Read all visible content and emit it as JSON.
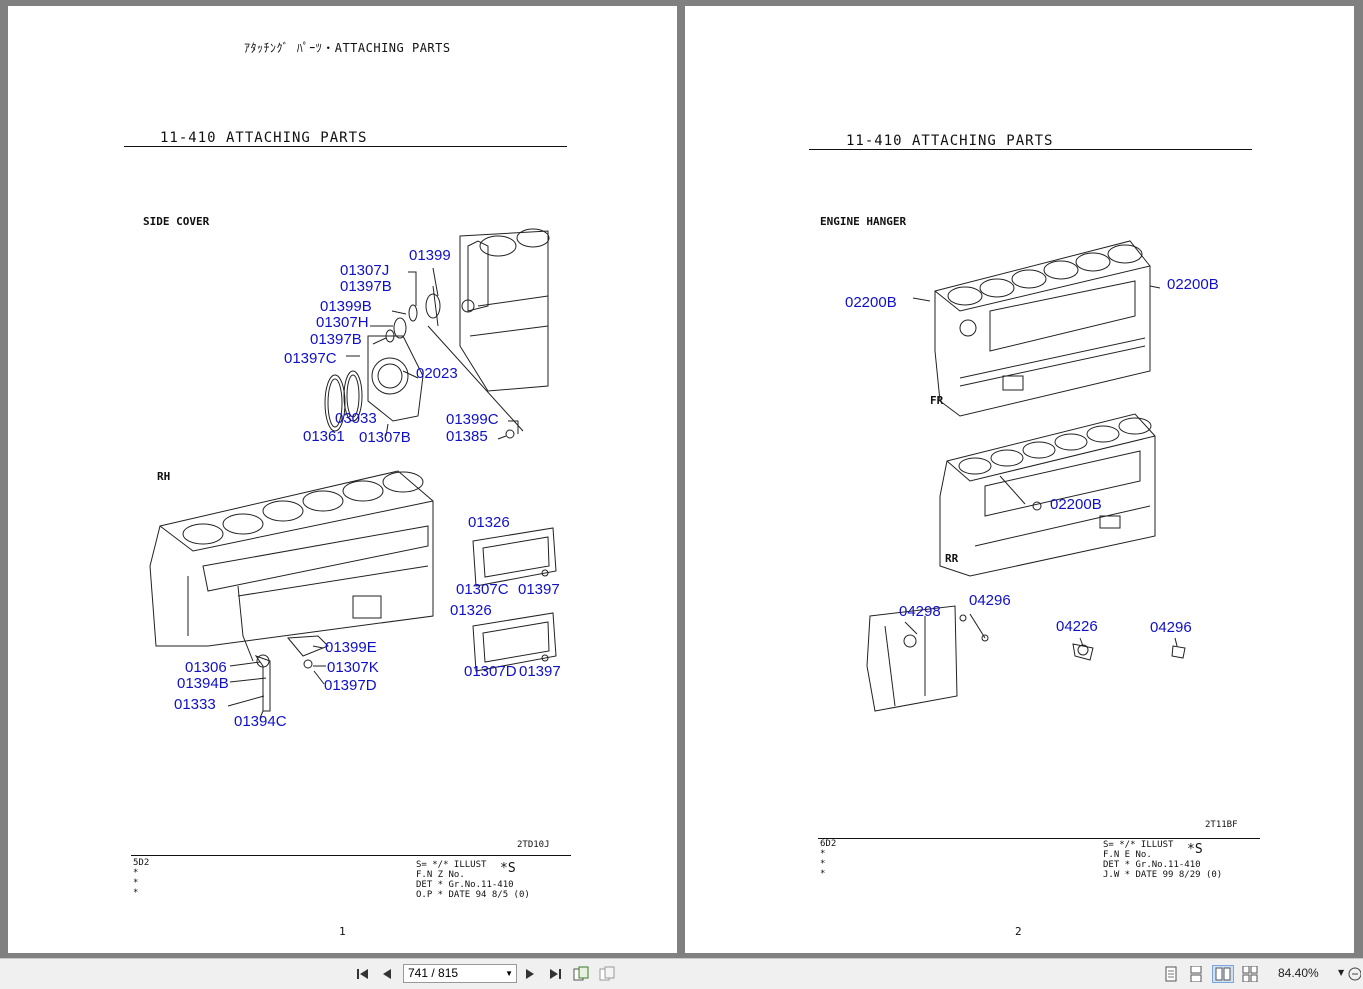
{
  "left_page": {
    "top_header": "ｱﾀｯﾁﾝｸﾞ ﾊﾟｰﾂ・ATTACHING PARTS",
    "section_title": "11-410  ATTACHING PARTS",
    "sub_title": "SIDE COVER",
    "view_label_rh": "RH",
    "callouts": [
      "01399",
      "01307J",
      "01397B",
      "01399B",
      "01307H",
      "01397B",
      "01397C",
      "02023",
      "03033",
      "01361",
      "01307B",
      "01399C",
      "01385",
      "01326",
      "01307C",
      "01397",
      "01326",
      "01307D",
      "01397",
      "01399E",
      "01307K",
      "01397D",
      "01306",
      "01394B",
      "01333",
      "01394C"
    ],
    "drawing_code": "2TD10J",
    "footer_left": [
      "5D2",
      "*",
      "*",
      "*"
    ],
    "footer_block": [
      "S= */*  ILLUST",
      "F.N Z       No.",
      "DET *    Gr.No.11-410",
      "O.P *     DATE  94 8/5    (0)"
    ],
    "footer_star_s": "*S",
    "page_number": "1"
  },
  "right_page": {
    "section_title": "11-410  ATTACHING PARTS",
    "sub_title": "ENGINE HANGER",
    "view_label_fr": "FR",
    "view_label_rr": "RR",
    "callouts": [
      "02200B",
      "02200B",
      "02200B",
      "04298",
      "04296",
      "04226",
      "04296"
    ],
    "drawing_code": "2T11BF",
    "footer_left": [
      "6D2",
      "*",
      "*",
      "*"
    ],
    "footer_block": [
      "S= */*  ILLUST",
      "F.N E       No.",
      "DET *    Gr.No.11-410",
      "J.W *     DATE  99 8/29   (0)"
    ],
    "footer_star_s": "*S",
    "page_number": "2"
  },
  "toolbar": {
    "page_indicator": "741 / 815",
    "zoom": "84.40%",
    "icons": [
      "first-page-icon",
      "prev-page-icon",
      "next-page-icon",
      "last-page-icon",
      "fit-page-icon",
      "fit-width-icon",
      "single-page-view-icon",
      "continuous-view-icon",
      "two-page-view-icon",
      "two-page-continuous-icon",
      "zoom-out-icon"
    ]
  }
}
